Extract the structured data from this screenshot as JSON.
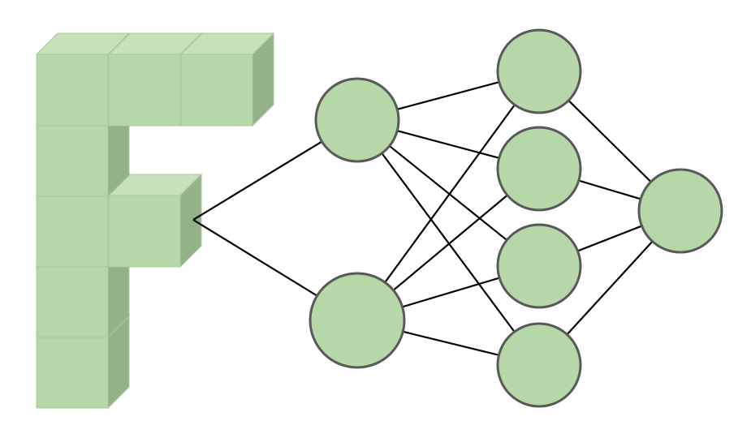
{
  "diagram": {
    "colors": {
      "cube_front": "#b6d7a8",
      "cube_top": "#c7e1bb",
      "cube_side": "#93b287",
      "cube_edge": "#a9c89c",
      "node_fill": "#b6d7a8",
      "node_stroke": "#595959",
      "edge": "#000000"
    },
    "letter_blocks": [
      {
        "id": "block-top-left"
      },
      {
        "id": "block-top-middle"
      },
      {
        "id": "block-top-right"
      },
      {
        "id": "block-stem-2"
      },
      {
        "id": "block-stem-3"
      },
      {
        "id": "block-middle-arm"
      },
      {
        "id": "block-stem-4"
      },
      {
        "id": "block-stem-5"
      }
    ],
    "layers": [
      {
        "name": "hidden-layer-1",
        "nodes": 2
      },
      {
        "name": "hidden-layer-2",
        "nodes": 4
      },
      {
        "name": "output-layer",
        "nodes": 1
      }
    ],
    "connections": "fully-connected"
  }
}
